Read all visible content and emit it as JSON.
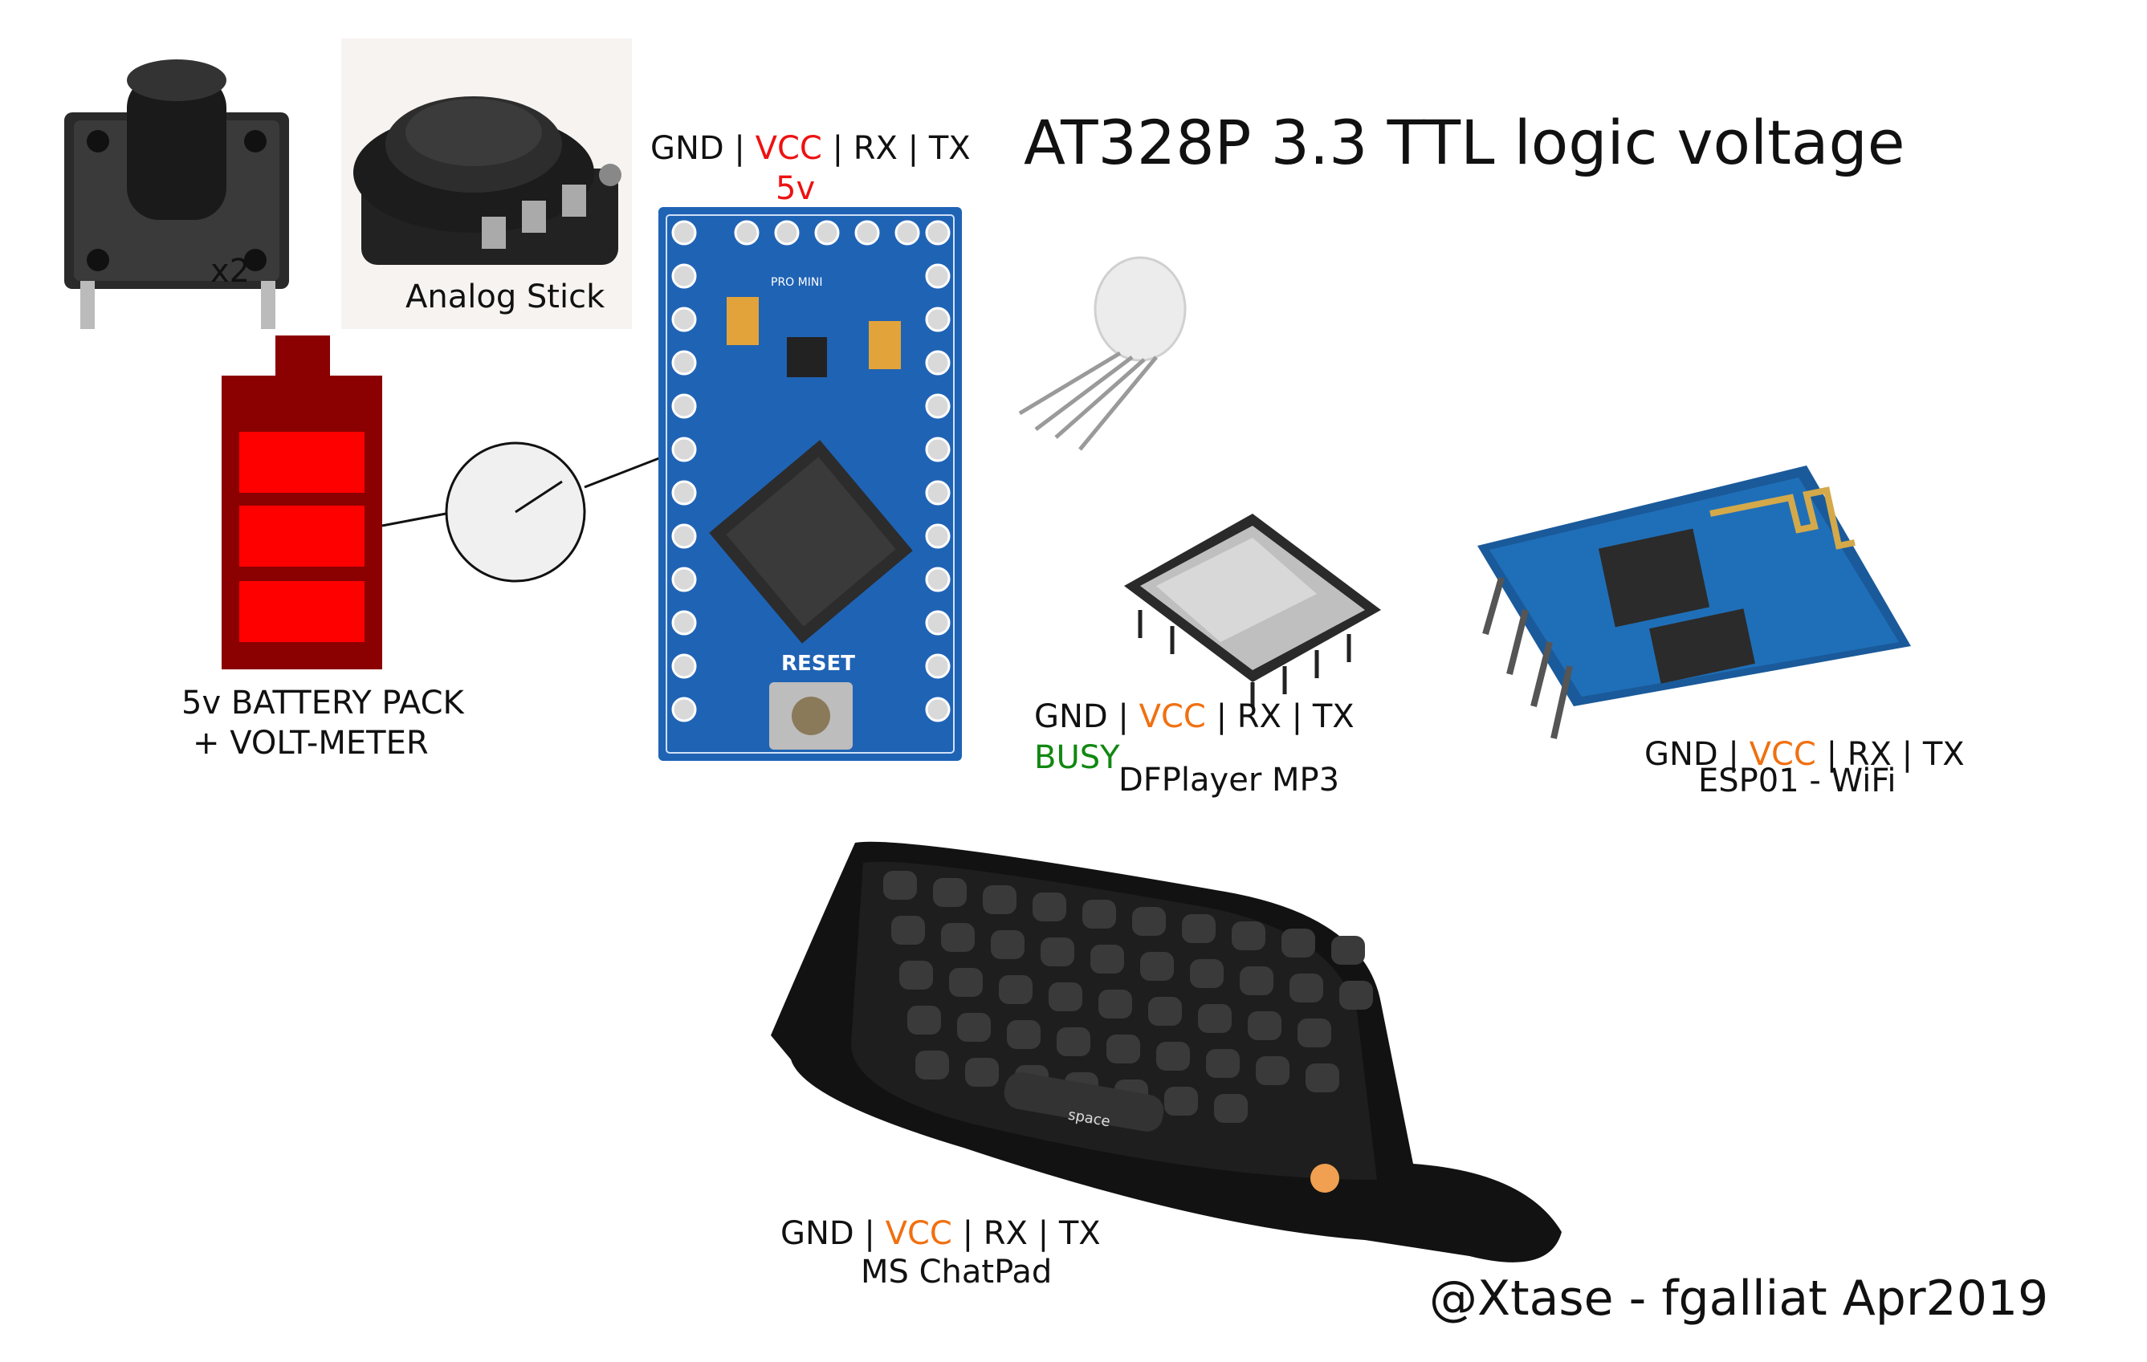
{
  "title": "AT328P 3.3 TTL logic voltage",
  "credit": "@Xtase - fgalliat Apr2019",
  "arduino": {
    "pins": {
      "gnd": "GND",
      "sep1": " | ",
      "vcc": "VCC",
      "sep2": " | ",
      "rx": "RX",
      "sep3": " | ",
      "tx": "TX"
    },
    "vcc_note": "5v",
    "board_label": "PRO MINI",
    "reset_label": "RESET"
  },
  "button": {
    "count_label": "x2"
  },
  "analog_stick": {
    "label": "Analog Stick"
  },
  "battery": {
    "label_line1": "5v BATTERY PACK",
    "label_line2": "+ VOLT-METER"
  },
  "dfplayer": {
    "pins": {
      "gnd": "GND",
      "sep1": " | ",
      "vcc": "VCC",
      "sep2": " | ",
      "rx": "RX",
      "sep3": " | ",
      "tx": "TX"
    },
    "busy": "BUSY",
    "label": "DFPlayer MP3"
  },
  "esp01": {
    "pins": {
      "gnd": "GND",
      "sep1": " | ",
      "vcc": "VCC",
      "sep2": " | ",
      "rx": "RX",
      "sep3": " | ",
      "tx": "TX"
    },
    "label": "ESP01 - WiFi"
  },
  "chatpad": {
    "pins": {
      "gnd": "GND",
      "sep1": " | ",
      "vcc": "VCC",
      "sep2": " | ",
      "rx": "RX",
      "sep3": " | ",
      "tx": "TX"
    },
    "label": "MS ChatPad",
    "space_label": "space"
  },
  "colors": {
    "battery_dark": "#8b0000",
    "battery_cell": "#ff0000",
    "board_blue": "#1f63b5",
    "vcc_red": "#e11111",
    "vcc_orange": "#f07010",
    "busy_green": "#118811"
  }
}
